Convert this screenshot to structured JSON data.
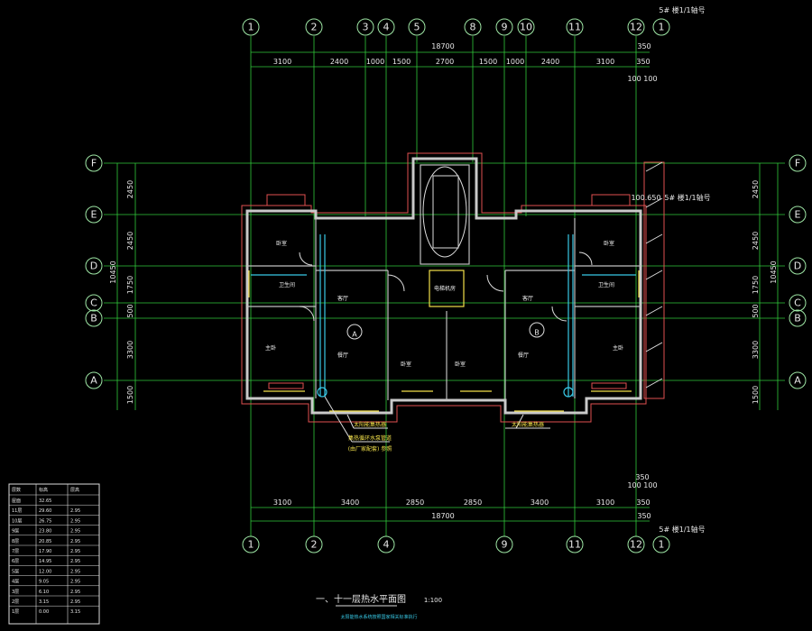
{
  "title": "一、十一层热水平面图",
  "scale": "1:100",
  "note": "太阳能热水系统按照国家相关标准执行",
  "axis_top": [
    "1",
    "2",
    "3",
    "4",
    "5",
    "8",
    "9",
    "10",
    "11",
    "12",
    "1"
  ],
  "axis_bottom": [
    "1",
    "2",
    "4",
    "9",
    "11",
    "12",
    "1"
  ],
  "axis_rows_left": [
    "F",
    "E",
    "D",
    "C",
    "B",
    "A"
  ],
  "axis_rows_right": [
    "F",
    "E",
    "D",
    "C",
    "B",
    "A"
  ],
  "dims_top": {
    "total": "18700",
    "right_extra": "350",
    "segments": [
      "3100",
      "2400",
      "1000",
      "1500",
      "2700",
      "1500",
      "1000",
      "2400",
      "3100",
      "350"
    ],
    "sub_right": "100 100"
  },
  "dims_bottom": {
    "total": "18700",
    "right_extra": "350",
    "segments": [
      "3100",
      "3400",
      "2850",
      "2850",
      "3400",
      "3100",
      "350"
    ],
    "sub_right": "100 100",
    "top_extra": "350"
  },
  "dims_left": {
    "total": "10450",
    "segments": [
      "2450",
      "2450",
      "1750",
      "500",
      "3300",
      "1500"
    ]
  },
  "dims_right": {
    "total": "10450",
    "segments": [
      "2450",
      "2450",
      "1750",
      "500",
      "3300",
      "1500"
    ]
  },
  "top_right_note": "5# 楼1/1轴号",
  "bottom_right_note": "5# 楼1/1轴号",
  "mid_right_note": "5# 楼1/1轴号",
  "elev_note": "100.650",
  "unit_a": "A",
  "unit_b": "B",
  "elevator_label": "电梯机房",
  "callouts": [
    "太阳能集热器",
    "集热循环水泵管道",
    "(由厂家配套) 参照",
    "太阳能集热器"
  ],
  "rooms": [
    "卧室",
    "卫生间",
    "客厅",
    "主卧",
    "餐厅",
    "卧室",
    "卧室",
    "客厅",
    "餐厅",
    "主卧",
    "卧室",
    "卫生间"
  ],
  "schedule": {
    "headers": [
      "层数",
      "标高",
      "层高"
    ],
    "rows": [
      [
        "屋面",
        "32.65",
        ""
      ],
      [
        "11层",
        "29.60",
        "2.95"
      ],
      [
        "10层",
        "26.75",
        "2.95"
      ],
      [
        "9层",
        "23.80",
        "2.95"
      ],
      [
        "8层",
        "20.85",
        "2.95"
      ],
      [
        "7层",
        "17.90",
        "2.95"
      ],
      [
        "6层",
        "14.95",
        "2.95"
      ],
      [
        "5层",
        "12.00",
        "2.95"
      ],
      [
        "4层",
        "9.05",
        "2.95"
      ],
      [
        "3层",
        "6.10",
        "2.95"
      ],
      [
        "2层",
        "3.15",
        "2.95"
      ],
      [
        "1层",
        "0.00",
        "3.15"
      ]
    ]
  },
  "colors": {
    "axis_line": "#30c93a",
    "wall": "#c9c9c9",
    "pipe_red": "#e05050",
    "cyan": "#38c9e6",
    "yellow": "#f2e04a",
    "background": "#000000"
  }
}
